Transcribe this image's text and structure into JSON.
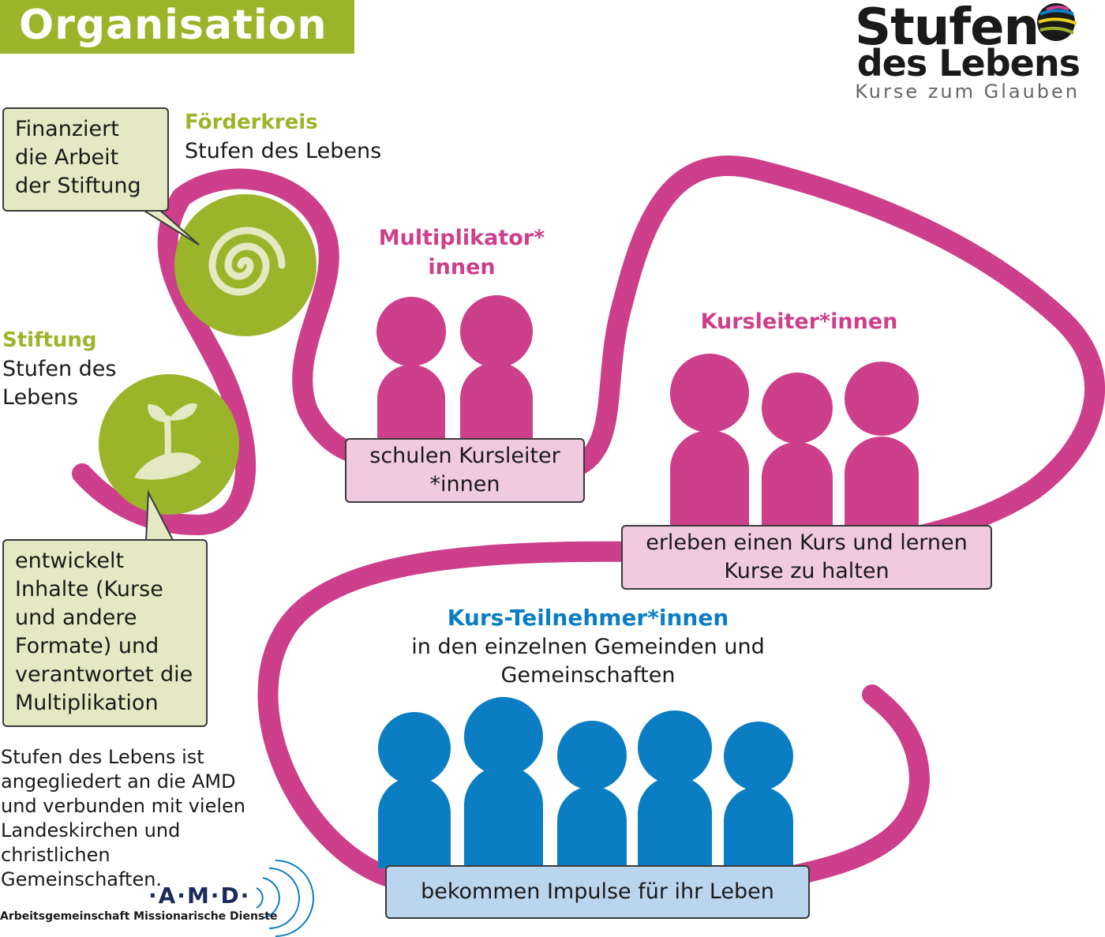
{
  "header": {
    "title": "Organisation"
  },
  "logo": {
    "line1": "Stufen",
    "line2": "des Lebens",
    "tagline": "Kurse zum Glauben"
  },
  "foerderkreis": {
    "heading": "Förderkreis",
    "subtitle": "Stufen des Lebens",
    "bubble": "Finanziert die Arbeit der Stiftung"
  },
  "stiftung": {
    "heading": "Stiftung",
    "subtitle": "Stufen des Lebens",
    "bubble": "entwickelt Inhalte (Kurse und andere Formate) und verantwortet die Multiplikation"
  },
  "multiplikatoren": {
    "heading_line1": "Multiplikator*",
    "heading_line2": "innen",
    "box": "schulen Kursleiter *innen"
  },
  "kursleiter": {
    "heading": "Kursleiter*innen",
    "box": "erleben einen Kurs und lernen Kurse zu halten"
  },
  "teilnehmer": {
    "heading": "Kurs-Teilnehmer*innen",
    "subtitle": "in den einzelnen Gemeinden und Gemeinschaften",
    "box": "bekommen Impulse für ihr Leben"
  },
  "footer_note": "Stufen des Lebens ist angegliedert an die AMD und verbunden mit vielen Landeskirchen und christlichen Gemeinschaften.",
  "amd": {
    "logo_text": "·A·M·D·",
    "full_name": "Arbeitsgemeinschaft Missionarische Dienste"
  },
  "colors": {
    "green": "#9bb52a",
    "pink": "#cd3f8b",
    "blue": "#0b7ec3",
    "pink_box": "#f0cbe0",
    "blue_box": "#bcd5ee",
    "green_box": "#e5e9c3"
  }
}
